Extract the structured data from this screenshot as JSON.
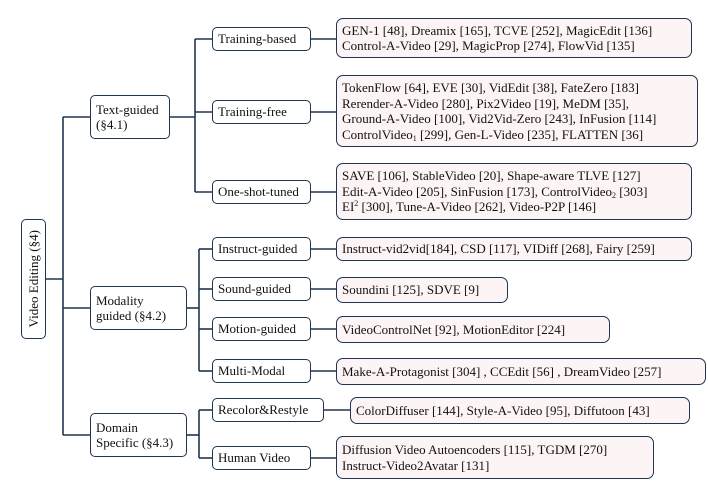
{
  "root": {
    "label": "Video Editing (§4)"
  },
  "categories": [
    {
      "line1": "Text-guided",
      "line2": "(§4.1)",
      "children": [
        {
          "label": "Training-based",
          "refs": [
            "GEN-1 [48], Dreamix [165], TCVE [252], MagicEdit [136]",
            "Control-A-Video [29], MagicProp [274], FlowVid [135]"
          ]
        },
        {
          "label": "Training-free",
          "refs": [
            "TokenFlow [64], EVE [30], VidEdit [38], FateZero [183]",
            "Rerender-A-Video [280], Pix2Video [19], MeDM [35],",
            "Ground-A-Video [100], Vid2Vid-Zero [243], InFusion [114]",
            "ControlVideo1 [299], Gen-L-Video [235], FLATTEN [36]"
          ]
        },
        {
          "label": "One-shot-tuned",
          "refs": [
            "SAVE [106], StableVideo [20], Shape-aware TLVE [127]",
            "Edit-A-Video [205], SinFusion [173], ControlVideo2 [303]",
            "EI2 [300], Tune-A-Video [262], Video-P2P [146]"
          ]
        }
      ]
    },
    {
      "line1": "Modality",
      "line2": "guided (§4.2)",
      "children": [
        {
          "label": "Instruct-guided",
          "refs": [
            "Instruct-vid2vid[184], CSD [117], VIDiff [268], Fairy [259]"
          ]
        },
        {
          "label": "Sound-guided",
          "refs": [
            "Soundini [125], SDVE [9]"
          ]
        },
        {
          "label": "Motion-guided",
          "refs": [
            "VideoControlNet [92], MotionEditor [224]"
          ]
        },
        {
          "label": "Multi-Modal",
          "refs": [
            "Make-A-Protagonist [304] , CCEdit [56] , DreamVideo [257]"
          ]
        }
      ]
    },
    {
      "line1": "Domain",
      "line2": "Specific (§4.3)",
      "children": [
        {
          "label": "Recolor&Restyle",
          "refs": [
            "ColorDiffuser [144], Style-A-Video [95], Diffutoon [43]"
          ]
        },
        {
          "label": "Human Video",
          "refs": [
            "Diffusion Video Autoencoders [115], TGDM [270]",
            "Instruct-Video2Avatar [131]"
          ]
        }
      ]
    }
  ]
}
